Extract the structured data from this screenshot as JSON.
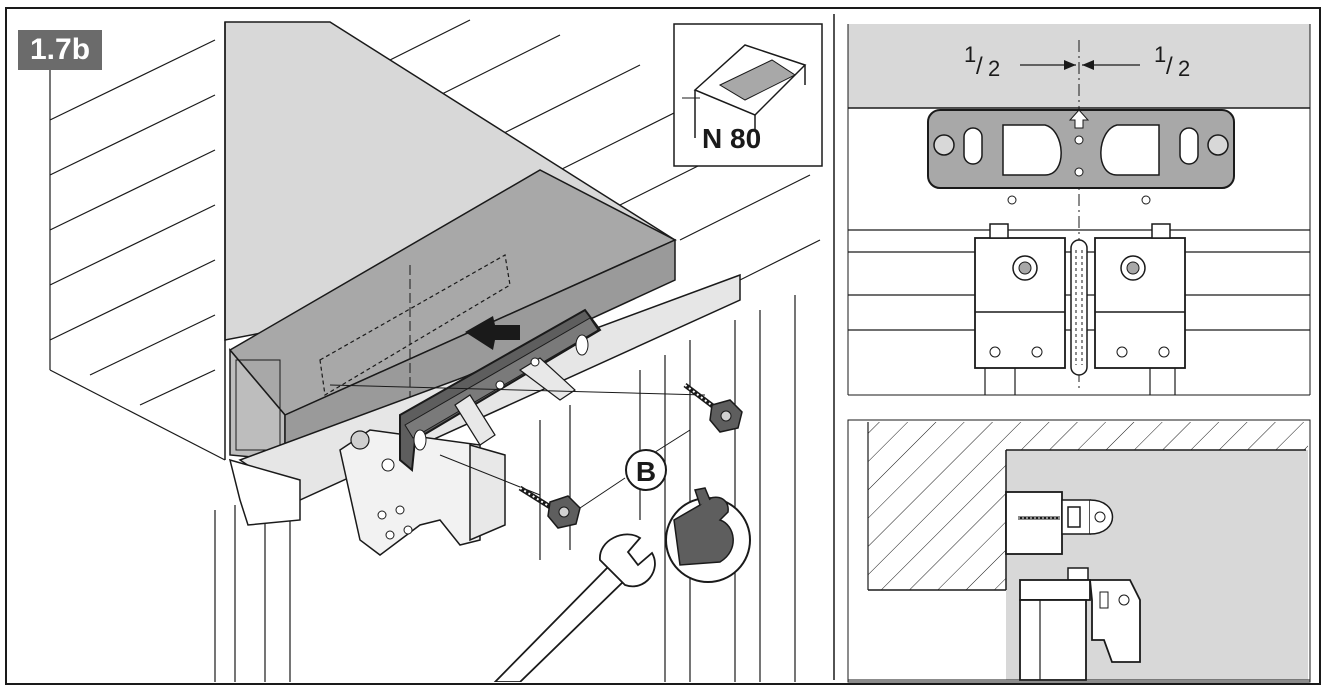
{
  "step": {
    "label": "1.7b"
  },
  "reference_box": {
    "label": "N 80"
  },
  "callout": {
    "label": "B"
  },
  "dimension": {
    "left_num": "1",
    "left_den": "2",
    "right_num": "1",
    "right_den": "2"
  },
  "colors": {
    "outline": "#1a1a1a",
    "shade_light": "#d8d8d8",
    "shade_mid": "#a8a8a8",
    "shade_dark": "#5e5e5e",
    "badge": "#6b6b6b"
  }
}
